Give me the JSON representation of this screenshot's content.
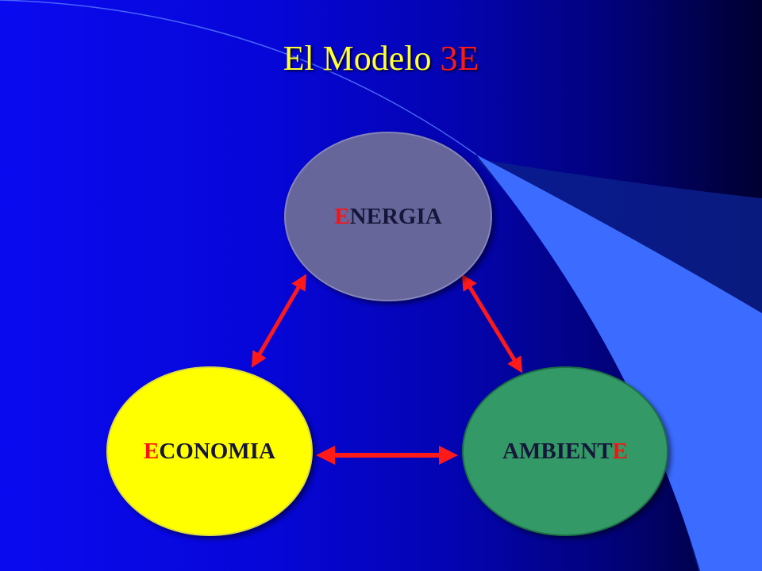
{
  "title": {
    "main": "El Modelo ",
    "accent": "3E"
  },
  "nodes": {
    "energia": {
      "initial": "E",
      "rest": "NERGIA"
    },
    "economia": {
      "initial": "E",
      "rest": "CONOMIA"
    },
    "ambiente": {
      "lead": "AMBIENT",
      "final": "E"
    }
  },
  "colors": {
    "title": "#ffff33",
    "accent": "#ff1a1a",
    "energia_fill": "#66669a",
    "economia_fill": "#ffff00",
    "ambiente_fill": "#339966",
    "arrow": "#ff1a1a",
    "decor_wave": "#3b6cff"
  },
  "connections": [
    {
      "from": "energia",
      "to": "economia",
      "type": "bidirectional"
    },
    {
      "from": "energia",
      "to": "ambiente",
      "type": "bidirectional"
    },
    {
      "from": "economia",
      "to": "ambiente",
      "type": "bidirectional"
    }
  ]
}
